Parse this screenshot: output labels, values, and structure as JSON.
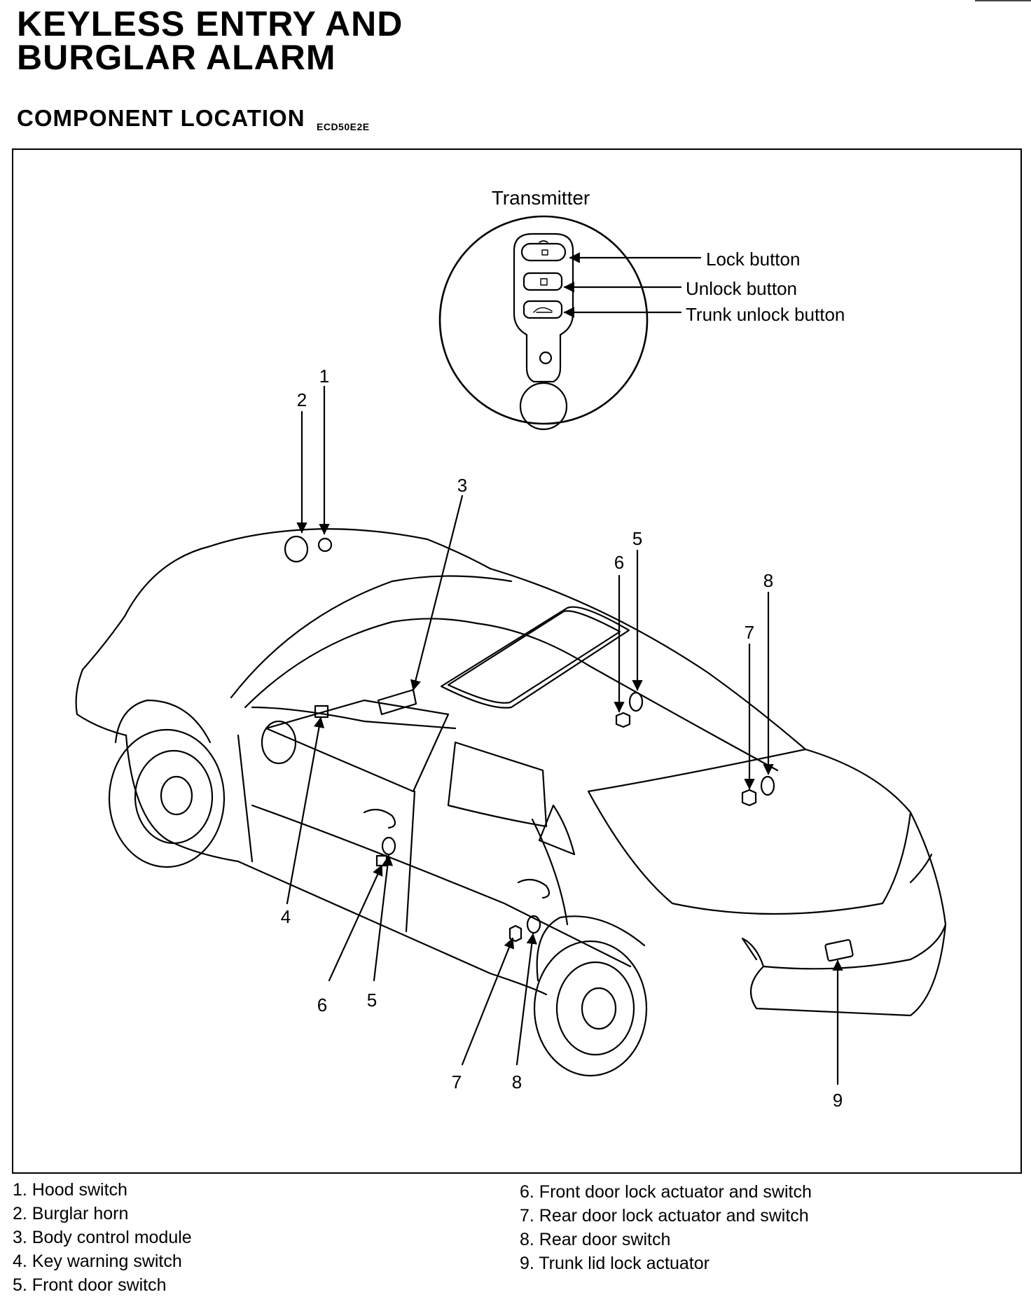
{
  "header": {
    "title_line1": "KEYLESS ENTRY AND",
    "title_line2": "BURGLAR ALARM",
    "section": "COMPONENT LOCATION",
    "code": "ECD50E2E"
  },
  "transmitter": {
    "title": "Transmitter",
    "lock": "Lock button",
    "unlock": "Unlock button",
    "trunk": "Trunk unlock button"
  },
  "callouts": [
    "1",
    "2",
    "3",
    "4",
    "5",
    "6",
    "7",
    "8",
    "9"
  ],
  "legend": {
    "left": [
      "1. Hood switch",
      "2. Burglar horn",
      "3. Body control module",
      "4. Key warning switch",
      "5. Front door switch"
    ],
    "right": [
      "6. Front door lock actuator and switch",
      "7. Rear door lock actuator and switch",
      "8. Rear door switch",
      "9. Trunk lid lock actuator"
    ]
  }
}
